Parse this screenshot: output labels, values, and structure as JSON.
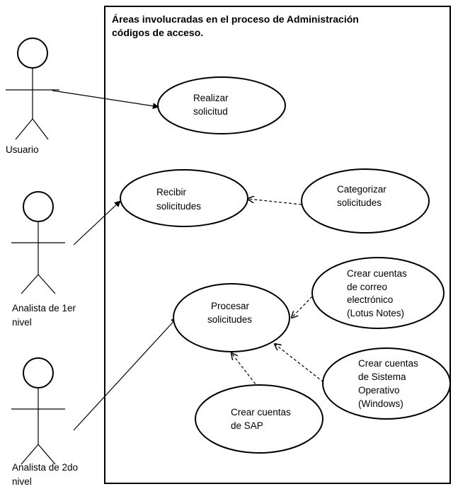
{
  "system": {
    "title_line1": "Áreas  involucradas en el proceso de Administración",
    "title_line2": "códigos de acceso."
  },
  "actors": {
    "usuario": {
      "line1": "Usuario"
    },
    "analista1": {
      "line1": "Analista de 1er",
      "line2": "nivel"
    },
    "analista2": {
      "line1": "Analista de 2do",
      "line2": "nivel"
    }
  },
  "use_cases": {
    "realizar": {
      "line1": "Realizar",
      "line2": "solicitud"
    },
    "recibir": {
      "line1": "Recibir",
      "line2": "solicitudes"
    },
    "categorizar": {
      "line1": "Categorizar",
      "line2": "solicitudes"
    },
    "procesar": {
      "line1": "Procesar",
      "line2": "solicitudes"
    },
    "correo": {
      "line1": "Crear cuentas",
      "line2": "de correo",
      "line3": "electrónico",
      "line4": "(Lotus Notes)"
    },
    "sistema": {
      "line1": "Crear cuentas",
      "line2": "de Sistema",
      "line3": "Operativo",
      "line4": "(Windows)"
    },
    "sap": {
      "line1": "Crear cuentas",
      "line2": "de SAP"
    }
  }
}
